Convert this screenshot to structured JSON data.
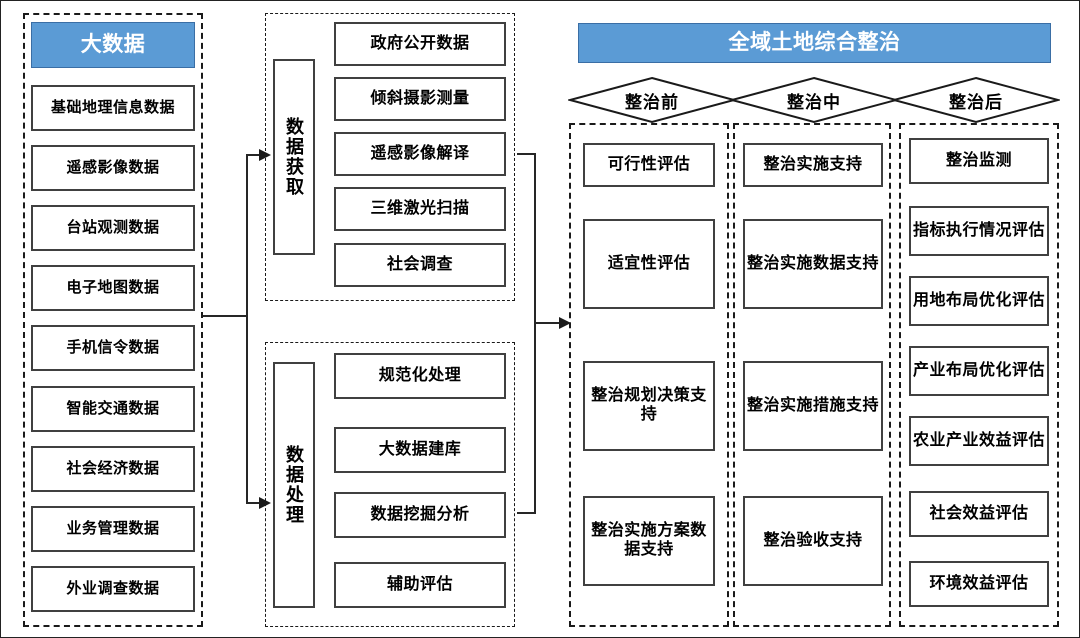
{
  "diagram": {
    "title_big_data": "大数据",
    "title_comprehensive": "全域土地综合整治",
    "accent_color": "#5B9BD5",
    "accent_text_color": "#FFFFFF",
    "box_border_color": "#404040",
    "group_border_color": "#1A1A1A",
    "background_color": "#FFFFFF"
  },
  "big_data_group": {
    "header": "大数据",
    "items": [
      "基础地理信息数据",
      "遥感影像数据",
      "台站观测数据",
      "电子地图数据",
      "手机信令数据",
      "智能交通数据",
      "社会经济数据",
      "业务管理数据",
      "外业调查数据"
    ]
  },
  "middle_groups": [
    {
      "label": "数据获取",
      "items": [
        "政府公开数据",
        "倾斜摄影测量",
        "遥感影像解译",
        "三维激光扫描",
        "社会调查"
      ]
    },
    {
      "label": "数据处理",
      "items": [
        "规范化处理",
        "大数据建库",
        "数据挖掘分析",
        "辅助评估"
      ]
    }
  ],
  "right_section": {
    "header": "全域土地综合整治",
    "phases": [
      {
        "diamond": "整治前",
        "items": [
          "可行性评估",
          "适宜性评估",
          "整治规划决策支持",
          "整治实施方案数据支持"
        ]
      },
      {
        "diamond": "整治中",
        "items": [
          "整治实施支持",
          "整治实施数据支持",
          "整治实施措施支持",
          "整治验收支持"
        ]
      },
      {
        "diamond": "整治后",
        "items": [
          "整治监测",
          "指标执行情况评估",
          "用地布局优化评估",
          "产业布局优化评估",
          "农业产业效益评估",
          "社会效益评估",
          "环境效益评估"
        ]
      }
    ]
  },
  "connectors": [
    {
      "name": "big-data-to-acquisition"
    },
    {
      "name": "big-data-to-processing"
    },
    {
      "name": "middle-to-right-section"
    }
  ]
}
